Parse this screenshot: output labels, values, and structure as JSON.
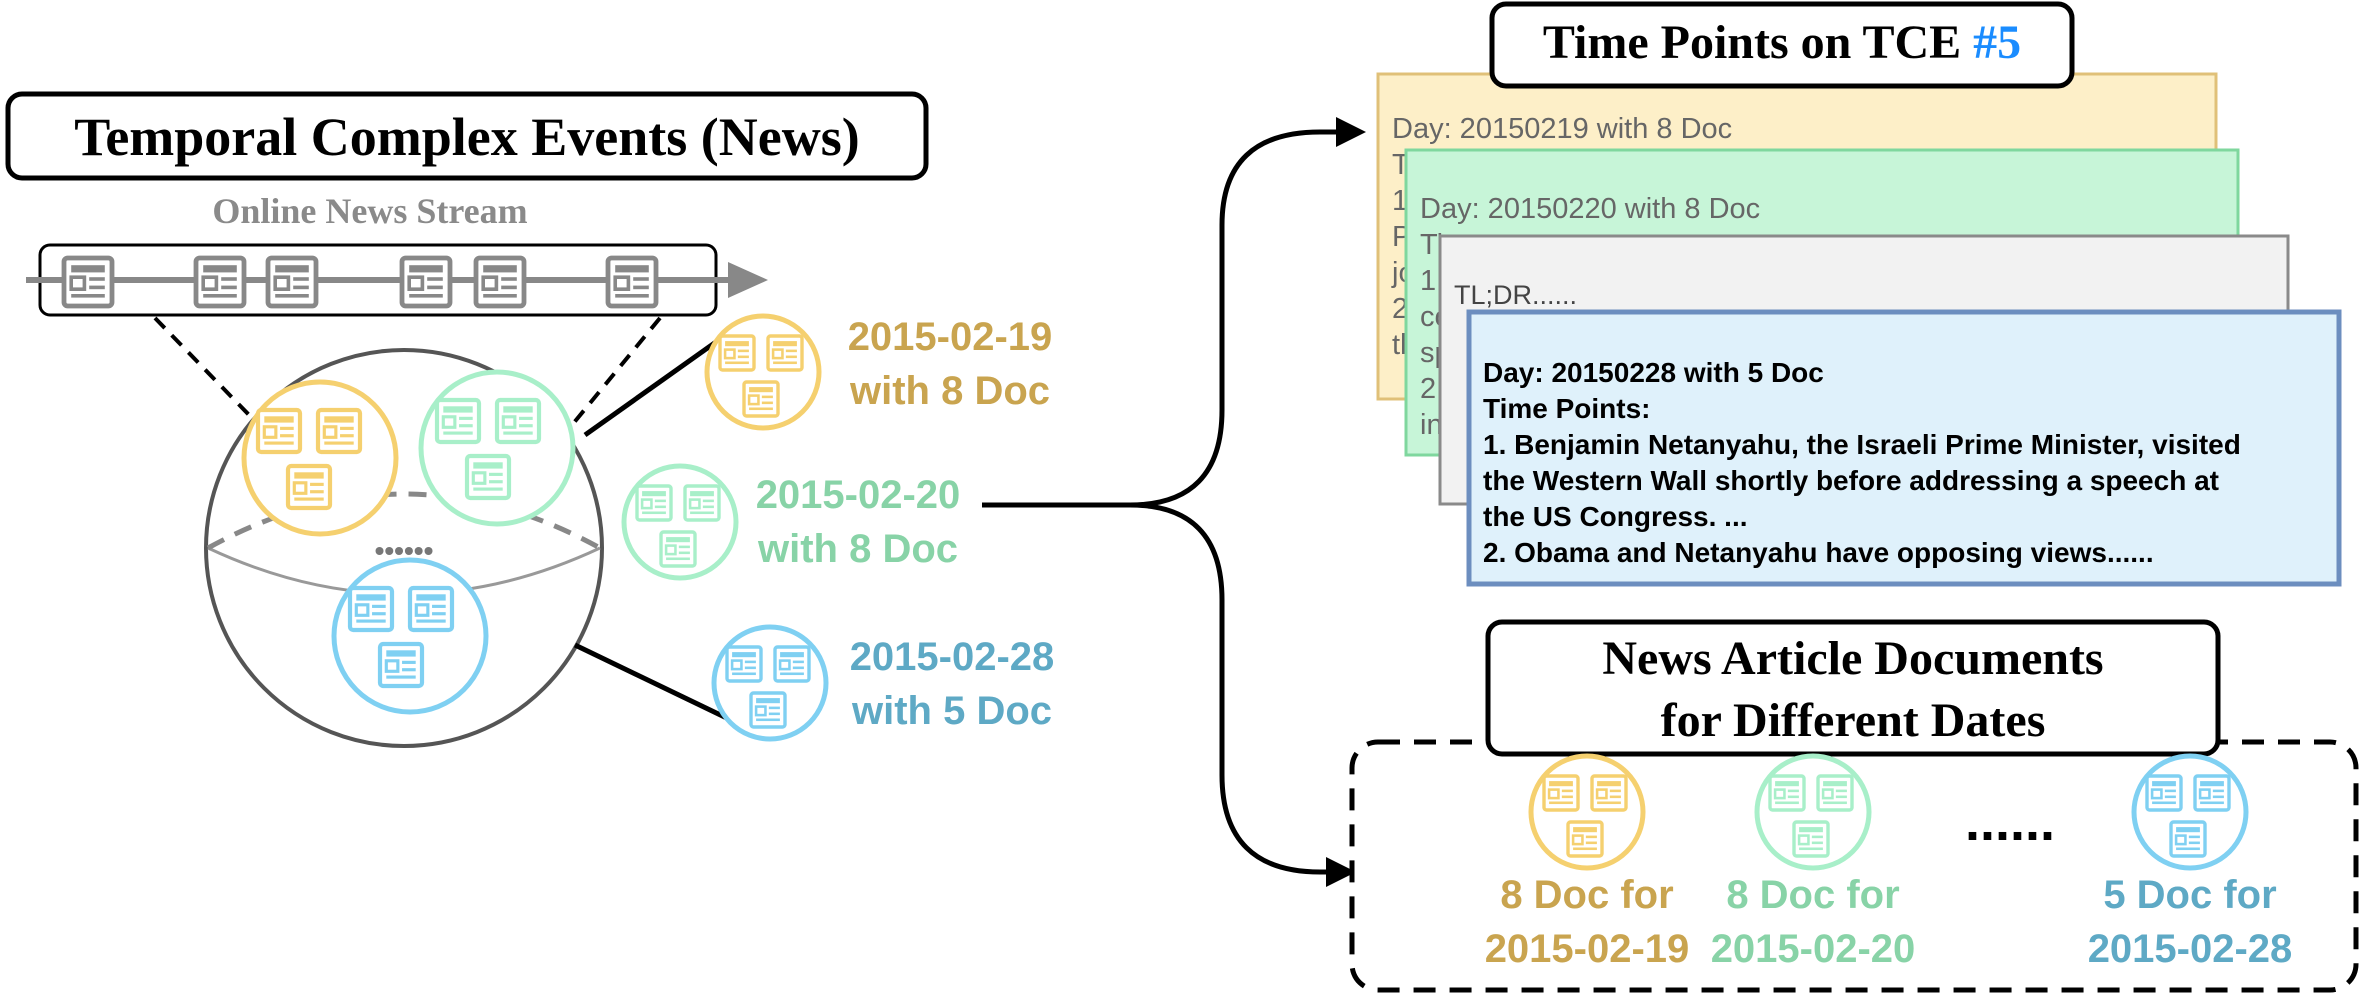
{
  "title_left": "Temporal Complex Events (News)",
  "stream_label": "Online News Stream",
  "sphere_ellipsis": "••••••",
  "clusters": [
    {
      "date": "2015-02-19",
      "docs": "with 8 Doc",
      "color": "#f5d06f",
      "text_color": "#c9a44f"
    },
    {
      "date": "2015-02-20",
      "docs": "with 8 Doc",
      "color": "#a8efc9",
      "text_color": "#88d3a7"
    },
    {
      "date": "2015-02-28",
      "docs": "with 5 Doc",
      "color": "#7fd0f2",
      "text_color": "#5ea9c5"
    }
  ],
  "time_points_title": {
    "prefix": "Time Points on TCE ",
    "highlight": "#5",
    "highlight_color": "#1a8cff"
  },
  "cards": [
    {
      "lines": [
        "Day: 20150219 with 8 Doc",
        "Ti",
        "1.",
        "Pr",
        "jo",
        "2.",
        "th"
      ],
      "fill": "#fdefc8",
      "stroke": "#e0c078"
    },
    {
      "lines": [
        "Day: 20150220 with 8 Doc",
        "Ti",
        "1",
        "co",
        "sp",
        "2.",
        "in"
      ],
      "fill": "#c7f5d8",
      "stroke": "#7fd79e"
    },
    {
      "lines": [
        "TL;DR......"
      ],
      "fill": "#f2f2f2",
      "stroke": "#8a8a8a"
    },
    {
      "lines": [
        "Day: 20150228 with 5 Doc",
        "Time Points:",
        "1. Benjamin Netanyahu, the Israeli Prime Minister, visited",
        "the Western Wall shortly before addressing a speech at",
        "the US Congress. ...",
        "2. Obama and Netanyahu have opposing views......"
      ],
      "fill": "#dff1fb",
      "stroke": "#6c8ebf"
    }
  ],
  "documents_title": [
    "News Article Documents",
    "for Different Dates"
  ],
  "doc_groups": [
    {
      "line1": "8 Doc for",
      "line2": "2015-02-19",
      "color": "#f5d06f",
      "text_color": "#c9a44f"
    },
    {
      "line1": "8 Doc for",
      "line2": "2015-02-20",
      "color": "#a8efc9",
      "text_color": "#88d3a7"
    },
    {
      "line1": "5 Doc for",
      "line2": "2015-02-28",
      "color": "#7fd0f2",
      "text_color": "#5ea9c5"
    }
  ],
  "docs_ellipsis": "......",
  "icons": [
    "newspaper-icon",
    "arrow-right-icon"
  ]
}
